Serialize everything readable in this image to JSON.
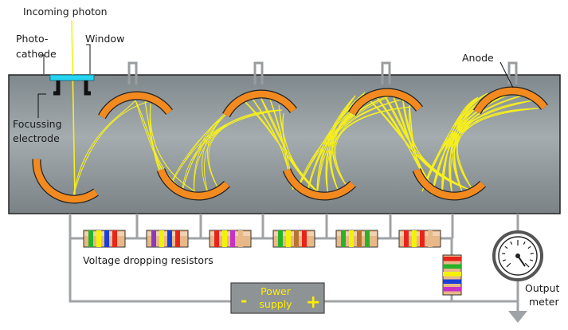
{
  "labels": {
    "incoming_photon": "Incoming photon",
    "photocathode_line1": "Photo-",
    "photocathode_line2": "cathode",
    "window": "Window",
    "focussing_line1": "Focussing",
    "focussing_line2": "electrode",
    "anode": "Anode",
    "resistors": "Voltage dropping resistors",
    "power_line1": "Power",
    "power_line2": "supply",
    "power_minus": "-",
    "power_plus": "+",
    "meter_line1": "Output",
    "meter_line2": "meter"
  },
  "colors": {
    "tube_fill": "#8b9498",
    "dynode": "#f28a1f",
    "electron_path": "#f7f01c",
    "window_glass": "#25d4f0",
    "wire": "#a0a3a5",
    "power_box": "#8e9396",
    "power_text": "#ffee00",
    "resistor_body": "#e8b888"
  },
  "resistor_bands": [
    [
      "#27b327",
      "#f2f207",
      "#1a3fd6",
      "#e8231a"
    ],
    [
      "#8a3ab9",
      "#f2f207",
      "#1a3fd6",
      "#e8231a"
    ],
    [
      "#e8231a",
      "#f2f207",
      "#c631c6",
      "#e8b888"
    ],
    [
      "#27b327",
      "#f2f207",
      "#b87333",
      "#e8231a"
    ],
    [
      "#27b327",
      "#f2f207",
      "#b87333",
      "#27b327"
    ],
    [
      "#e8231a",
      "#f2f207",
      "#e8231a",
      "#e8b888"
    ]
  ],
  "vertical_resistor_bands": [
    "#e8231a",
    "#27b327",
    "#f2f207",
    "#1a3fd6",
    "#c631c6"
  ]
}
